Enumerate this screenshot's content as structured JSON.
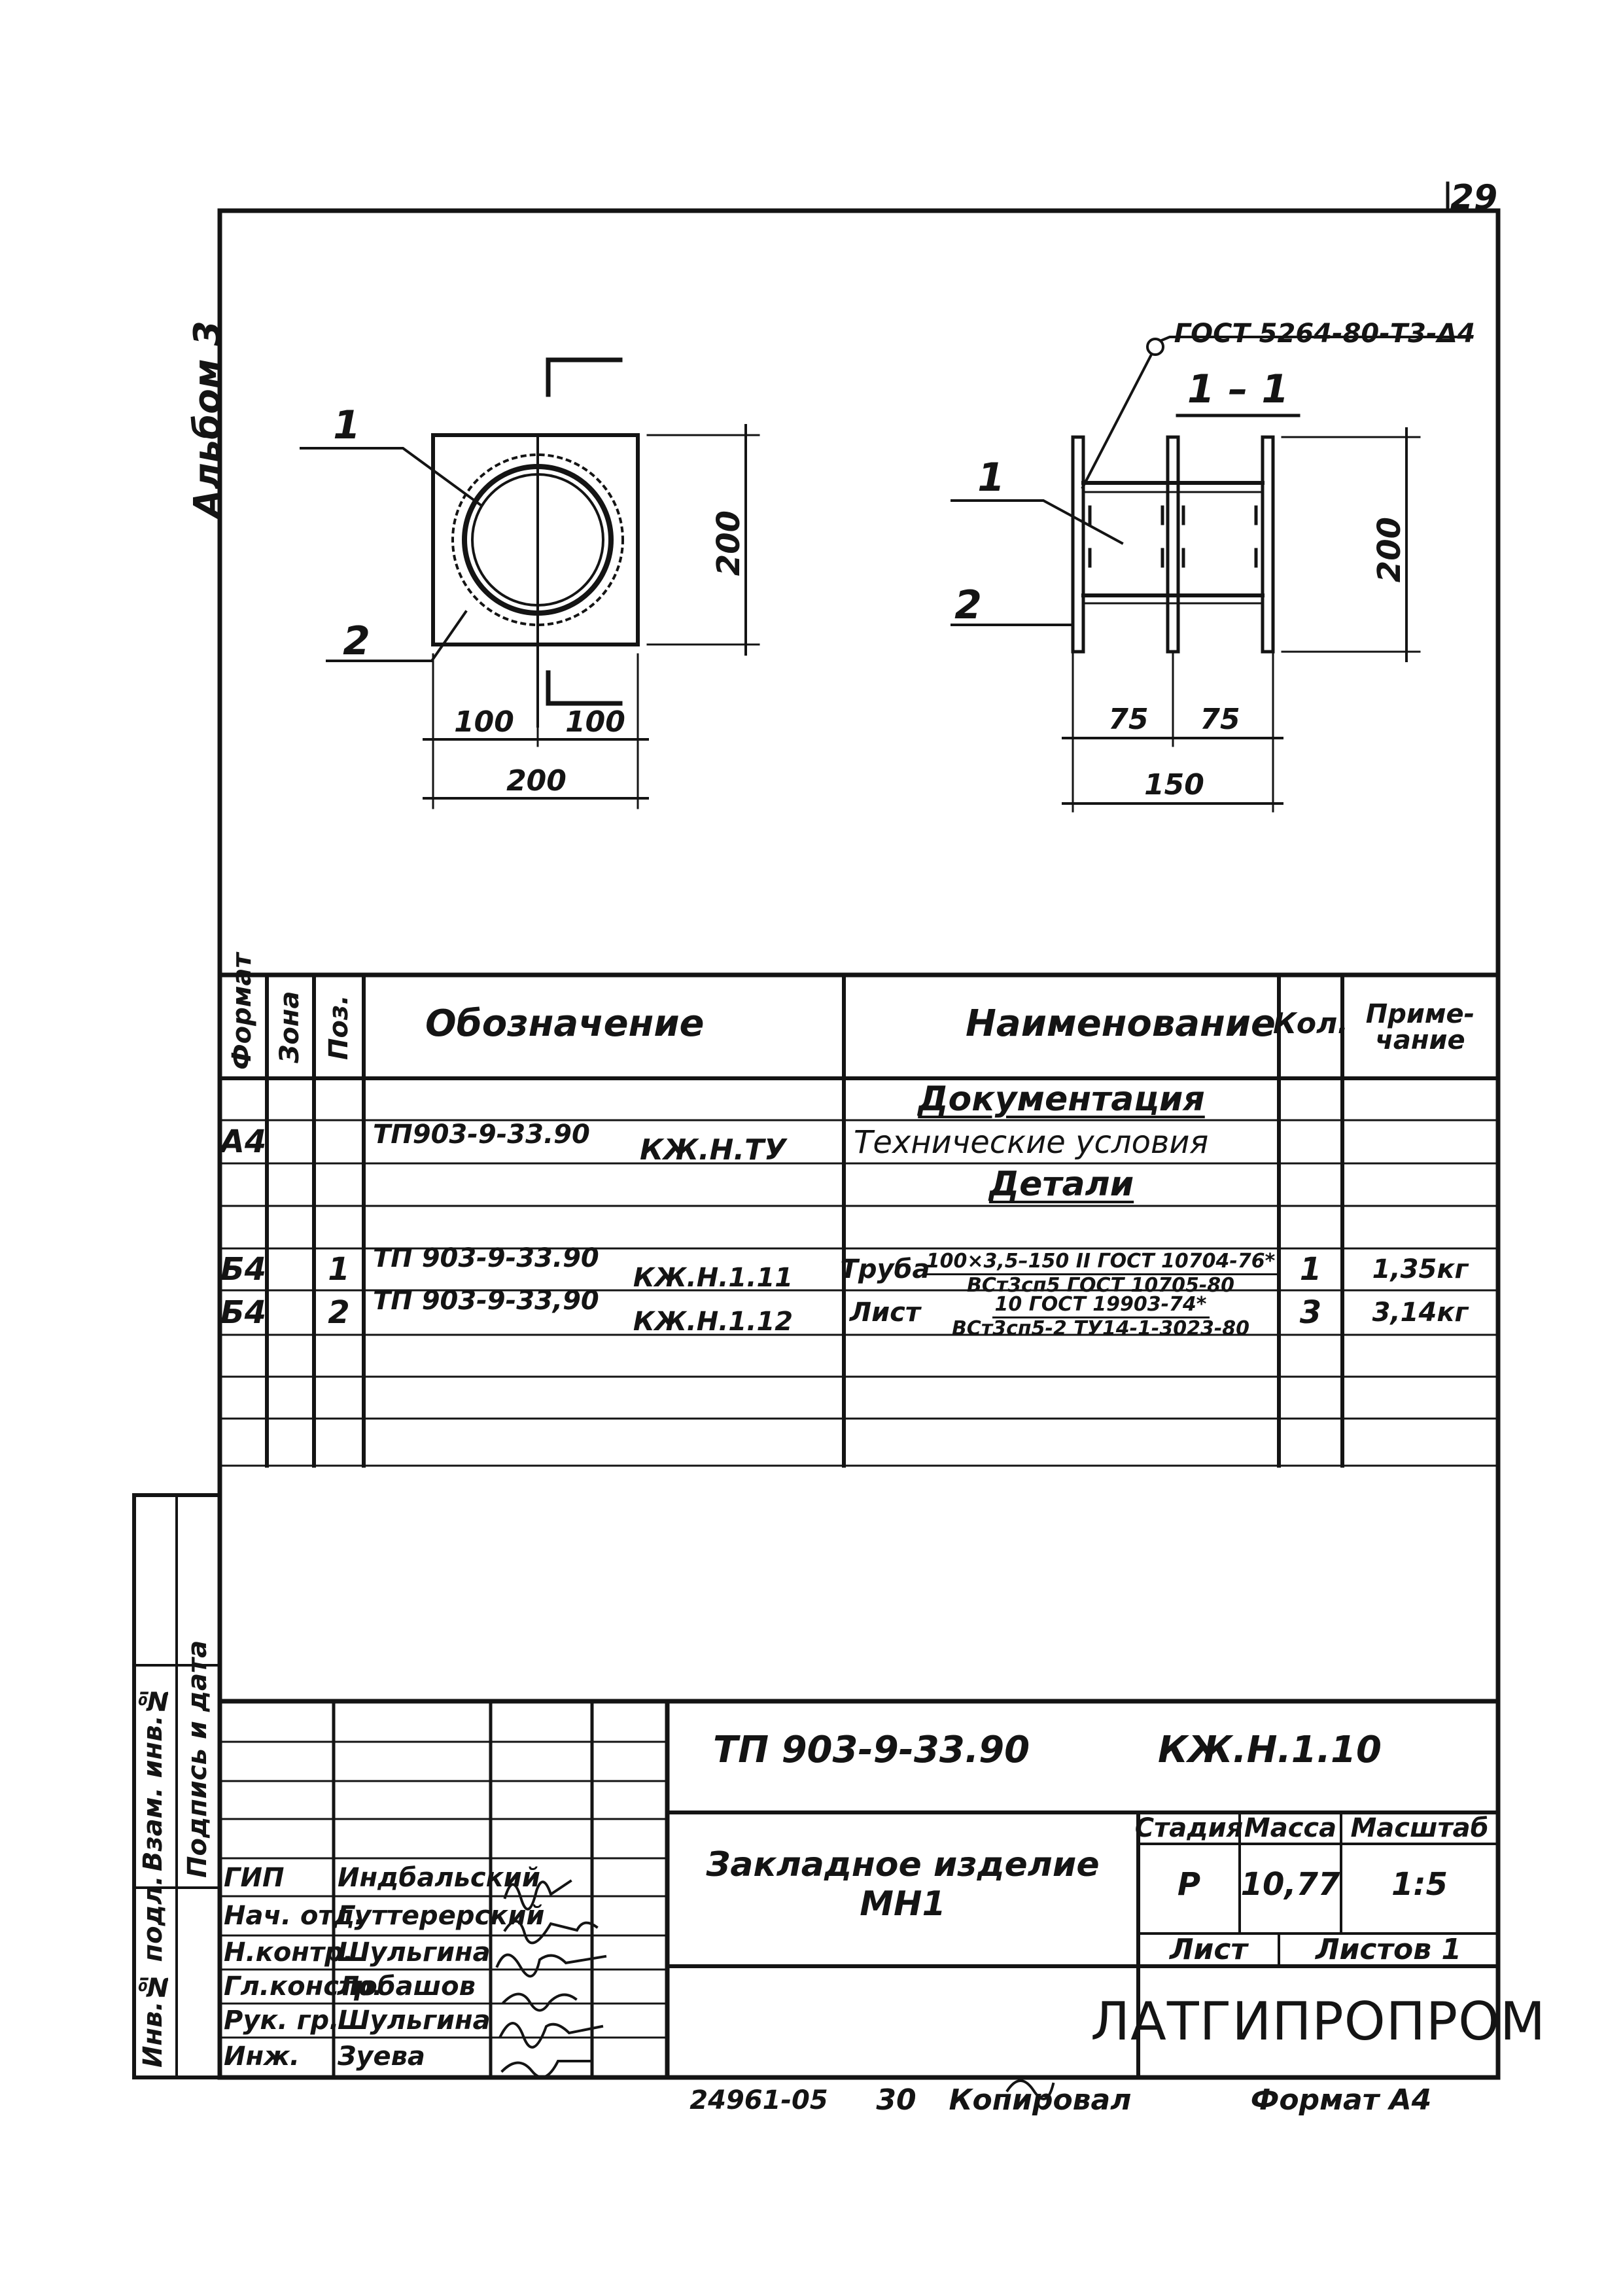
{
  "sheet": {
    "number": "29",
    "album_label": "Альбом 3"
  },
  "drawing": {
    "plan": {
      "callout_1": "1",
      "callout_2": "2",
      "dim_height": "200",
      "dim_left": "100",
      "dim_right": "100",
      "dim_total": "200"
    },
    "section": {
      "title": "1 – 1",
      "weld_note": "ГОСТ 5264-80-Т3-Δ4",
      "callout_1": "1",
      "callout_2": "2",
      "dim_height": "200",
      "dim_left": "75",
      "dim_right": "75",
      "dim_total": "150"
    }
  },
  "spec_table": {
    "headers": {
      "format": "Формат",
      "zone": "Зона",
      "pos": "Поз.",
      "designation": "Обозначение",
      "name": "Наименование",
      "qty": "Кол.",
      "note": "Приме-\nчание"
    },
    "section_docs": "Документация",
    "section_parts": "Детали",
    "rows": [
      {
        "format": "А4",
        "pos": "",
        "code": "ТП903-9-33.90",
        "mark": "КЖ.Н.ТУ",
        "name": "Технические условия",
        "qty": "",
        "note": ""
      },
      {
        "format": "Б4",
        "pos": "1",
        "code": "ТП 903-9-33.90",
        "mark": "КЖ.Н.1.11",
        "name_prefix": "Труба",
        "name_top": "100×3,5–150 II ГОСТ 10704-76*",
        "name_bottom": "ВСт3сп5 ГОСТ 10705-80",
        "qty": "1",
        "note": "1,35кг"
      },
      {
        "format": "Б4",
        "pos": "2",
        "code": "ТП 903-9-33,90",
        "mark": "КЖ.Н.1.12",
        "name_prefix": "Лист",
        "name_top": "10 ГОСТ 19903-74*",
        "name_bottom": "ВСт3сп5-2 ТУ14-1-3023-80",
        "qty": "3",
        "note": "3,14кг"
      }
    ]
  },
  "side_stamp": {
    "inv_podl": "Инв.№ подл.",
    "podpis_data": "Подпись и дата",
    "vzam_inv": "Взам. инв.№"
  },
  "title_block": {
    "doc_code": "ТП 903-9-33.90",
    "doc_mark": "КЖ.Н.1.10",
    "title_line1": "Закладное изделие",
    "title_line2": "МН1",
    "stage_label": "Стадия",
    "mass_label": "Масса",
    "scale_label": "Масштаб",
    "stage": "Р",
    "mass": "10,77",
    "scale": "1:5",
    "sheet_label": "Лист",
    "sheets_label": "Листов 1",
    "organization": "ЛАТГИПРОПРОМ",
    "signers": [
      {
        "role": "ГИП",
        "name": "Индбальский"
      },
      {
        "role": "Нач. отд.",
        "name": "Гуттерерский"
      },
      {
        "role": "Н.контр.",
        "name": "Шульгина"
      },
      {
        "role": "Гл.констр.",
        "name": "Лобашов"
      },
      {
        "role": "Рук. гр.",
        "name": "Шульгина"
      },
      {
        "role": "Инж.",
        "name": "Зуева"
      }
    ]
  },
  "footer": {
    "inventory": "24961-05",
    "page": "30",
    "copied_label": "Копировал",
    "format_label": "Формат А4"
  }
}
